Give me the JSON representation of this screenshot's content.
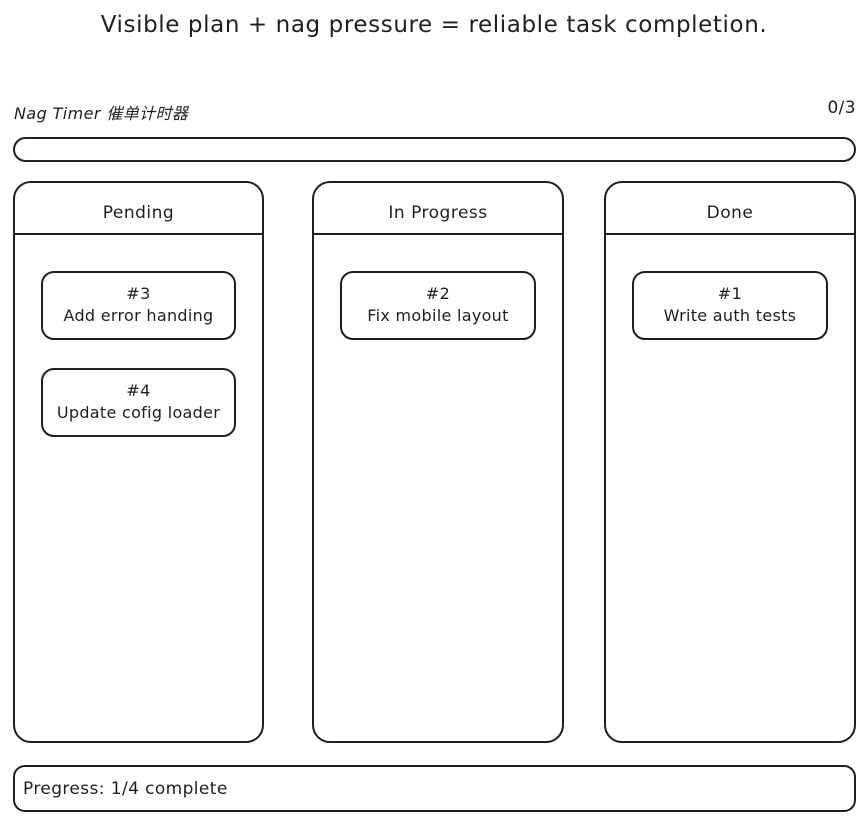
{
  "headline": "Visible plan + nag pressure = reliable task completion.",
  "nag_timer": {
    "label": "Nag Timer 催单计时器",
    "counter": "0/3",
    "elapsed": 0,
    "total": 3,
    "fill_percent": 0,
    "bar_color": "#1f1f1f"
  },
  "board": {
    "columns": [
      {
        "title": "Pending",
        "cards": [
          {
            "id": "#3",
            "title": "Add error handing"
          },
          {
            "id": "#4",
            "title": "Update cofig loader"
          }
        ]
      },
      {
        "title": "In Progress",
        "cards": [
          {
            "id": "#2",
            "title": "Fix mobile layout"
          }
        ]
      },
      {
        "title": "Done",
        "cards": [
          {
            "id": "#1",
            "title": "Write auth tests"
          }
        ]
      }
    ]
  },
  "footer": {
    "progress_text": "Pregress: 1/4 complete",
    "completed": 1,
    "total": 4
  },
  "theme": {
    "ink": "#1f1f1f",
    "paper": "#ffffff"
  }
}
